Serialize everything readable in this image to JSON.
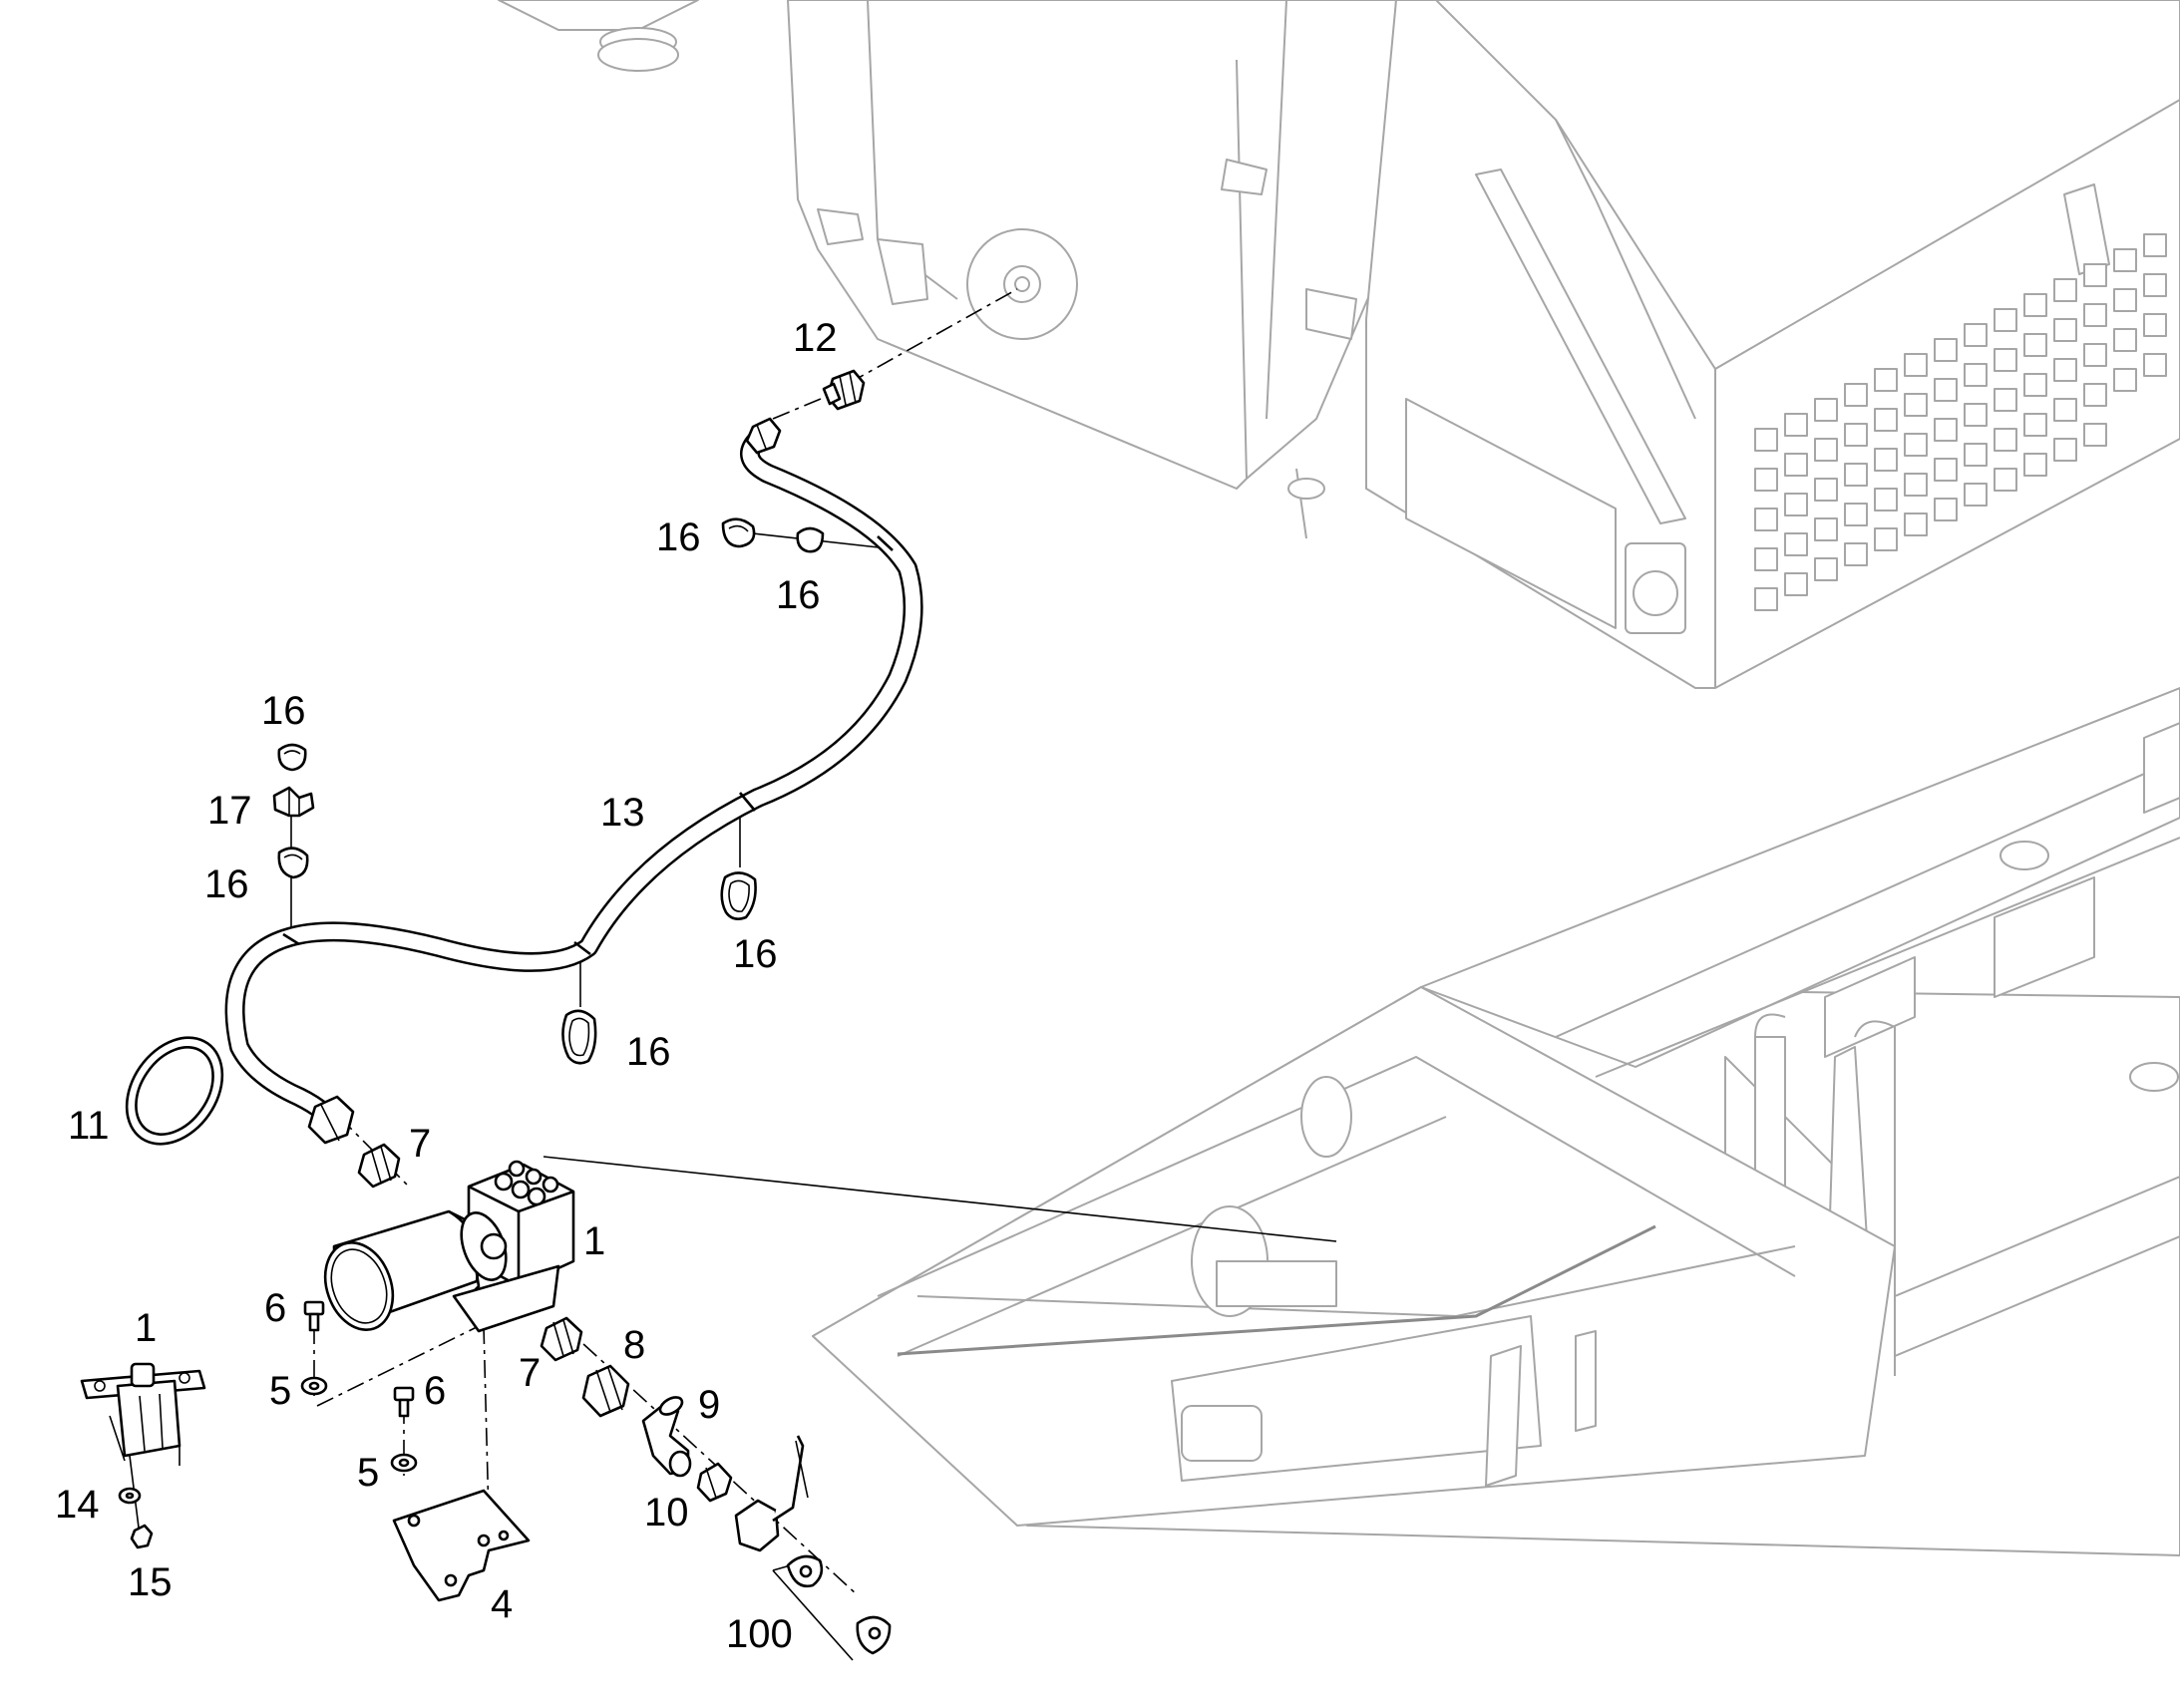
{
  "callouts": {
    "c1_pump": "1",
    "c1_alt": "1",
    "c4": "4",
    "c5_a": "5",
    "c5_b": "5",
    "c6_a": "6",
    "c6_b": "6",
    "c7_a": "7",
    "c7_b": "7",
    "c8": "8",
    "c9": "9",
    "c10": "10",
    "c11": "11",
    "c12": "12",
    "c13": "13",
    "c14": "14",
    "c15": "15",
    "c16_a": "16",
    "c16_b": "16",
    "c16_c": "16",
    "c16_d": "16",
    "c16_e": "16",
    "c16_f": "16",
    "c17": "17",
    "c100": "100"
  },
  "colors": {
    "parts": "#000000",
    "context": "#a6a6a6",
    "background": "#ffffff"
  }
}
